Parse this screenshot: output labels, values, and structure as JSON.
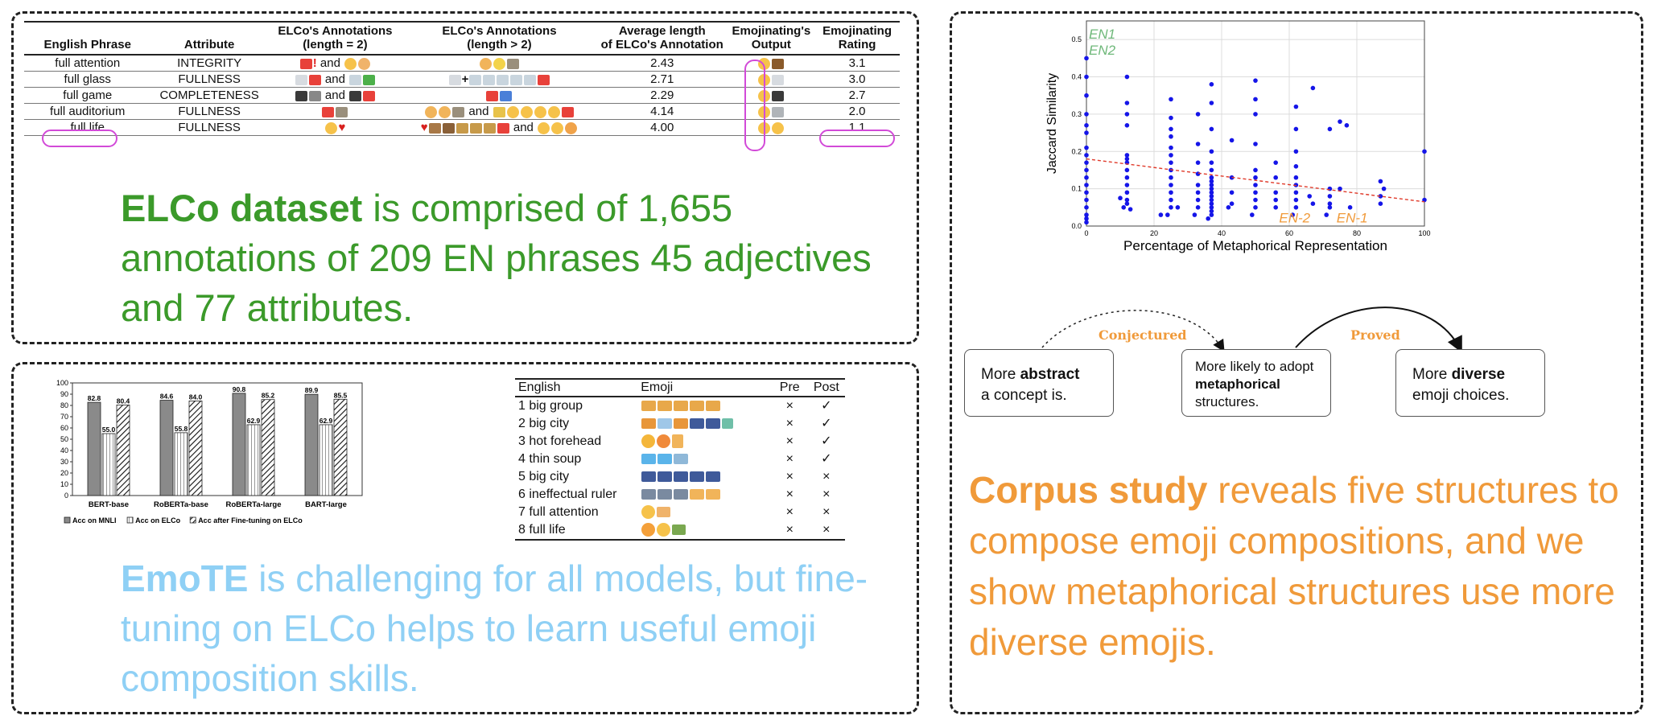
{
  "elco_table": {
    "headers": [
      "English Phrase",
      "Attribute",
      "ELCo's Annotations (length = 2)",
      "ELCo's Annotations (length > 2)",
      "Average length of ELCo's Annotation",
      "Emojinating's Output",
      "Emojinating Rating"
    ],
    "header_lines": [
      [
        "English Phrase",
        ""
      ],
      [
        "Attribute",
        ""
      ],
      [
        "ELCo's Annotations",
        "(length = 2)"
      ],
      [
        "ELCo's Annotations",
        "(length > 2)"
      ],
      [
        "Average length",
        "of ELCo's Annotation"
      ],
      [
        "Emojinating's",
        "Output"
      ],
      [
        "Emojinating",
        "Rating"
      ]
    ],
    "rows": [
      {
        "phrase": "full attention",
        "attribute": "INTEGRITY",
        "and": "and",
        "avg": "2.43",
        "rating": "3.1"
      },
      {
        "phrase": "full glass",
        "attribute": "FULLNESS",
        "and": "and",
        "avg": "2.71",
        "rating": "3.0"
      },
      {
        "phrase": "full game",
        "attribute": "COMPLETENESS",
        "and": "and",
        "avg": "2.29",
        "rating": "2.7"
      },
      {
        "phrase": "full auditorium",
        "attribute": "FULLNESS",
        "and": "and",
        "avg": "4.14",
        "rating": "2.0"
      },
      {
        "phrase": "full life",
        "attribute": "FULLNESS",
        "and": "and",
        "avg": "4.00",
        "rating": "1.1"
      }
    ]
  },
  "caption1": {
    "bold": "ELCo dataset",
    "rest": " is comprised of 1,655 annotations of 209 EN phrases 45 adjectives and 77 attributes."
  },
  "caption2": {
    "bold": "EmoTE",
    "rest": " is challenging for all models, but fine-tuning on ELCo helps to learn useful emoji composition skills."
  },
  "caption3": {
    "bold": "Corpus study",
    "rest": " reveals five structures to compose emoji compositions, and we show metaphorical structures use more diverse emojis."
  },
  "emote_table": {
    "headers": [
      "English",
      "Emoji",
      "Pre",
      "Post"
    ],
    "rows": [
      {
        "english": "1 big group",
        "pre": "×",
        "post": "✓"
      },
      {
        "english": "2 big city",
        "pre": "×",
        "post": "✓"
      },
      {
        "english": "3 hot forehead",
        "pre": "×",
        "post": "✓"
      },
      {
        "english": "4 thin soup",
        "pre": "×",
        "post": "✓"
      },
      {
        "english": "5 big city",
        "pre": "×",
        "post": "×"
      },
      {
        "english": "6 ineffectual ruler",
        "pre": "×",
        "post": "×"
      },
      {
        "english": "7 full attention",
        "pre": "×",
        "post": "×"
      },
      {
        "english": "8 full life",
        "pre": "×",
        "post": "×"
      }
    ]
  },
  "chart_data": [
    {
      "type": "bar",
      "categories": [
        "BERT-base",
        "RoBERTa-base",
        "RoBERTa-large",
        "BART-large"
      ],
      "series": [
        {
          "name": "Acc on MNLI",
          "values": [
            82.8,
            84.6,
            90.8,
            89.9
          ],
          "labels": [
            "82.8",
            "84.6",
            "90.8",
            "89.9"
          ]
        },
        {
          "name": "Acc on ELCo",
          "values": [
            55.0,
            55.8,
            62.9,
            62.9
          ],
          "labels": [
            "55.0",
            "55.8",
            "62.9",
            "62.9"
          ]
        },
        {
          "name": "Acc after Fine-tuning on ELCo",
          "values": [
            80.4,
            84.0,
            85.2,
            85.5
          ],
          "labels": [
            "80.4",
            "84.0",
            "85.2",
            "85.5"
          ]
        }
      ],
      "ylim": [
        0,
        100
      ],
      "yticks": [
        "0",
        "10",
        "20",
        "30",
        "40",
        "50",
        "60",
        "70",
        "80",
        "90",
        "100"
      ],
      "legend_position": "bottom"
    },
    {
      "type": "scatter",
      "xlabel": "Percentage of Metaphorical Representation",
      "ylabel": "Jaccard Similarity",
      "xlim": [
        0,
        100
      ],
      "ylim": [
        0,
        0.55
      ],
      "xticks": [
        "0",
        "20",
        "40",
        "60",
        "80",
        "100"
      ],
      "yticks": [
        "0.0",
        "0.1",
        "0.2",
        "0.3",
        "0.4",
        "0.5"
      ],
      "grid": true,
      "annotations": [
        "EN1",
        "EN2",
        "EN-2",
        "EN-1"
      ],
      "trend": {
        "x": [
          0,
          100
        ],
        "y": [
          0.18,
          0.065
        ]
      },
      "points": [
        [
          0,
          0.45
        ],
        [
          0,
          0.4
        ],
        [
          0,
          0.35
        ],
        [
          0,
          0.3
        ],
        [
          0,
          0.27
        ],
        [
          0,
          0.25
        ],
        [
          0,
          0.21
        ],
        [
          0,
          0.19
        ],
        [
          0,
          0.17
        ],
        [
          0,
          0.15
        ],
        [
          0,
          0.13
        ],
        [
          0,
          0.11
        ],
        [
          0,
          0.09
        ],
        [
          0,
          0.07
        ],
        [
          0,
          0.05
        ],
        [
          0,
          0.03
        ],
        [
          0,
          0.02
        ],
        [
          0,
          0.01
        ],
        [
          12,
          0.4
        ],
        [
          12,
          0.33
        ],
        [
          12,
          0.3
        ],
        [
          12,
          0.27
        ],
        [
          12,
          0.19
        ],
        [
          12,
          0.18
        ],
        [
          12,
          0.17
        ],
        [
          12,
          0.15
        ],
        [
          12,
          0.13
        ],
        [
          12,
          0.11
        ],
        [
          12,
          0.09
        ],
        [
          12,
          0.07
        ],
        [
          12,
          0.06
        ],
        [
          11,
          0.05
        ],
        [
          13,
          0.045
        ],
        [
          10,
          0.075
        ],
        [
          25,
          0.34
        ],
        [
          25,
          0.29
        ],
        [
          25,
          0.26
        ],
        [
          25,
          0.24
        ],
        [
          25,
          0.21
        ],
        [
          25,
          0.19
        ],
        [
          25,
          0.17
        ],
        [
          25,
          0.15
        ],
        [
          25,
          0.13
        ],
        [
          25,
          0.11
        ],
        [
          25,
          0.09
        ],
        [
          25,
          0.07
        ],
        [
          25,
          0.05
        ],
        [
          24,
          0.03
        ],
        [
          22,
          0.03
        ],
        [
          27,
          0.05
        ],
        [
          33,
          0.3
        ],
        [
          33,
          0.22
        ],
        [
          33,
          0.17
        ],
        [
          33,
          0.14
        ],
        [
          33,
          0.11
        ],
        [
          33,
          0.09
        ],
        [
          33,
          0.07
        ],
        [
          33,
          0.05
        ],
        [
          32,
          0.03
        ],
        [
          37,
          0.38
        ],
        [
          37,
          0.33
        ],
        [
          37,
          0.26
        ],
        [
          37,
          0.2
        ],
        [
          37,
          0.17
        ],
        [
          37,
          0.15
        ],
        [
          37,
          0.13
        ],
        [
          37,
          0.12
        ],
        [
          37,
          0.11
        ],
        [
          37,
          0.1
        ],
        [
          37,
          0.09
        ],
        [
          37,
          0.08
        ],
        [
          37,
          0.07
        ],
        [
          37,
          0.06
        ],
        [
          37,
          0.05
        ],
        [
          37,
          0.04
        ],
        [
          37,
          0.03
        ],
        [
          36,
          0.02
        ],
        [
          43,
          0.23
        ],
        [
          43,
          0.13
        ],
        [
          43,
          0.09
        ],
        [
          43,
          0.06
        ],
        [
          42,
          0.05
        ],
        [
          50,
          0.39
        ],
        [
          50,
          0.34
        ],
        [
          50,
          0.3
        ],
        [
          50,
          0.22
        ],
        [
          50,
          0.15
        ],
        [
          50,
          0.13
        ],
        [
          50,
          0.11
        ],
        [
          50,
          0.09
        ],
        [
          50,
          0.07
        ],
        [
          50,
          0.05
        ],
        [
          49,
          0.03
        ],
        [
          56,
          0.17
        ],
        [
          56,
          0.13
        ],
        [
          56,
          0.09
        ],
        [
          56,
          0.07
        ],
        [
          56,
          0.05
        ],
        [
          62,
          0.32
        ],
        [
          62,
          0.26
        ],
        [
          62,
          0.2
        ],
        [
          62,
          0.16
        ],
        [
          62,
          0.13
        ],
        [
          62,
          0.11
        ],
        [
          62,
          0.09
        ],
        [
          62,
          0.07
        ],
        [
          62,
          0.05
        ],
        [
          61,
          0.03
        ],
        [
          67,
          0.37
        ],
        [
          66,
          0.08
        ],
        [
          67,
          0.06
        ],
        [
          72,
          0.26
        ],
        [
          72,
          0.1
        ],
        [
          72,
          0.08
        ],
        [
          72,
          0.06
        ],
        [
          72,
          0.05
        ],
        [
          71,
          0.03
        ],
        [
          75,
          0.28
        ],
        [
          77,
          0.27
        ],
        [
          75,
          0.1
        ],
        [
          78,
          0.05
        ],
        [
          87,
          0.08
        ],
        [
          87,
          0.06
        ],
        [
          87,
          0.12
        ],
        [
          88,
          0.1
        ],
        [
          100,
          0.2
        ],
        [
          100,
          0.07
        ]
      ]
    }
  ],
  "diagram": {
    "box1": {
      "pre": "More ",
      "bold": "abstract",
      "post": "a concept is."
    },
    "box2": {
      "pre": "More likely to adopt",
      "bold": "metaphorical",
      "post": "structures."
    },
    "box3": {
      "pre": "More ",
      "bold": "diverse",
      "post": "emoji choices."
    },
    "arrow1": "Conjectured",
    "arrow2": "Proved"
  },
  "colors": {
    "green": "#3b9a2a",
    "light_blue": "#8fd0f5",
    "orange": "#f09a3a",
    "highlight": "#d24ad8",
    "scatter_blue": "#1515e8"
  }
}
